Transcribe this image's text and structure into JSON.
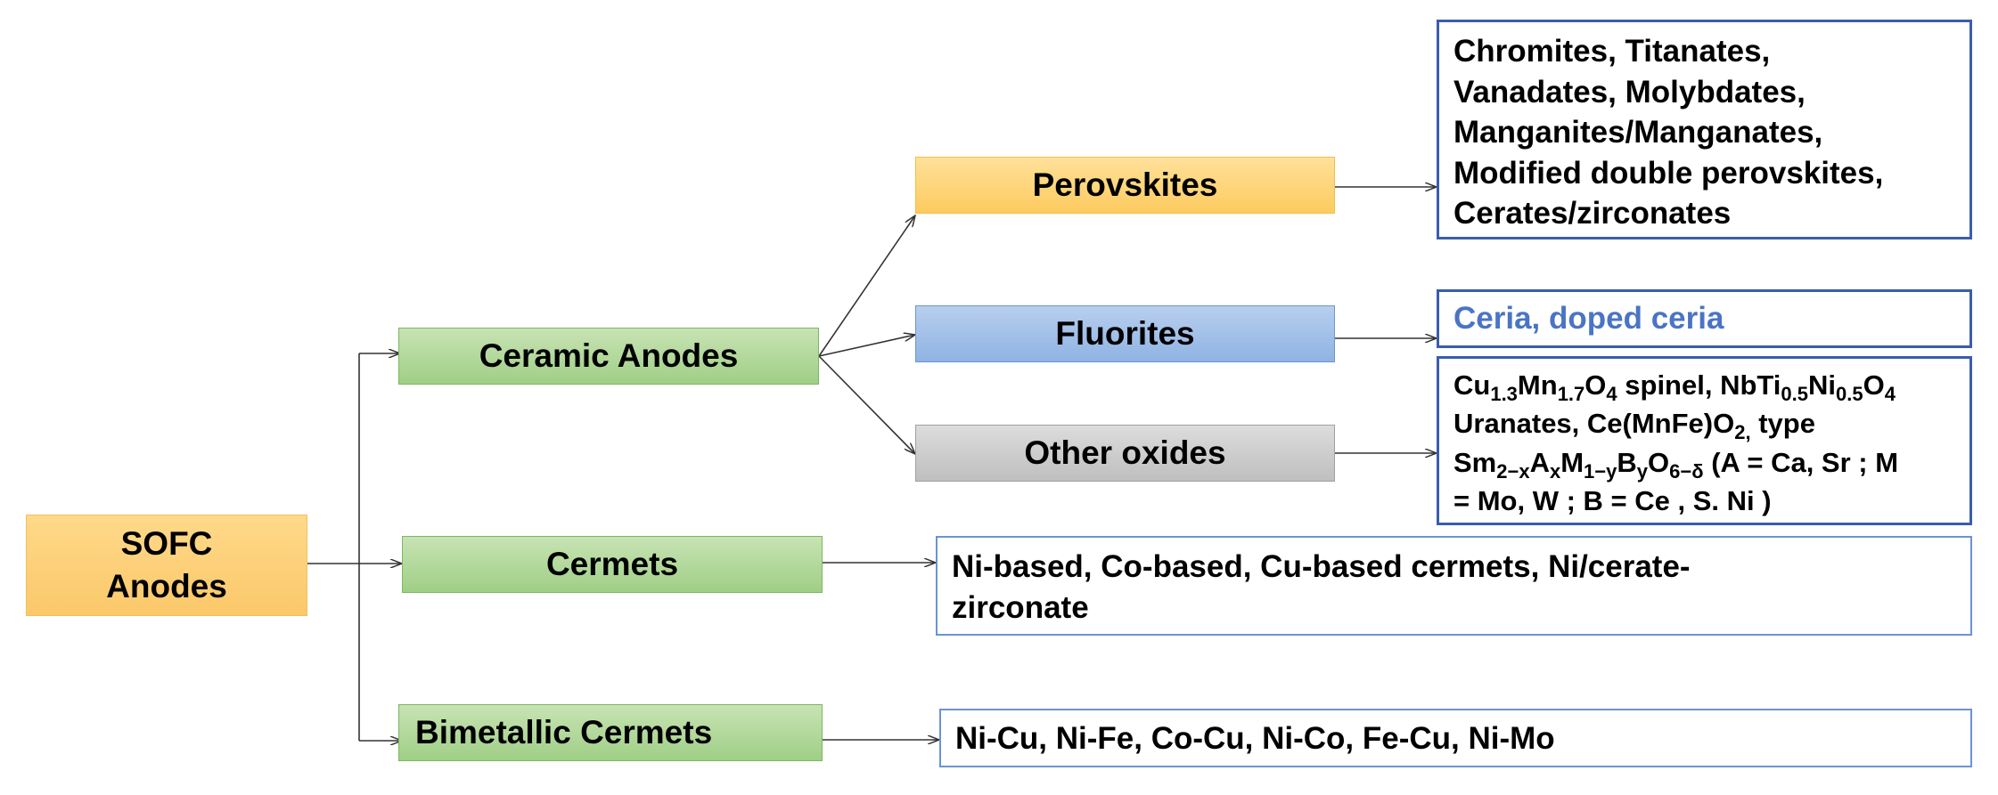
{
  "root": {
    "line1": "SOFC",
    "line2": "Anodes"
  },
  "categories": {
    "ceramic": "Ceramic Anodes",
    "cermets": "Cermets",
    "bimetallic": "Bimetallic Cermets"
  },
  "ceramic_types": {
    "perovskites": "Perovskites",
    "fluorites": "Fluorites",
    "other_oxides": "Other oxides"
  },
  "descriptions": {
    "perovskites": [
      "Chromites, Titanates,",
      "Vanadates, Molybdates,",
      "Manganites/Manganates,",
      "Modified double perovskites,",
      "Cerates/zirconates"
    ],
    "fluorites": "Ceria, doped ceria",
    "other_oxides": {
      "l1_cu": "Cu",
      "l1_cu_sub": "1.3",
      "l1_mn": "Mn",
      "l1_mn_sub": "1.7",
      "l1_o": "O",
      "l1_o_sub": "4",
      "l1_mid": " spinel, NbTi",
      "l1_ti_sub": "0.5",
      "l1_ni": "Ni",
      "l1_ni_sub": "0.5",
      "l1_o2": "O",
      "l1_o2_sub": "4",
      "l2_a": "Uranates, Ce(MnFe)O",
      "l2_sub": "2,",
      "l2_b": " type",
      "l3_sm": "Sm",
      "l3_sm_sub": "2−x",
      "l3_a": "A",
      "l3_a_sub": "x",
      "l3_m": "M",
      "l3_m_sub": "1−y",
      "l3_b": "B",
      "l3_b_sub": "y",
      "l3_o": "O",
      "l3_o_sub": "6−δ",
      "l3_tail": " (A = Ca, Sr ; M",
      "l4": "= Mo, W ; B = Ce , S. Ni )"
    },
    "cermets": [
      "Ni-based,  Co-based, Cu-based cermets, Ni/cerate-",
      "zirconate"
    ],
    "bimetallic": "Ni-Cu, Ni-Fe, Co-Cu, Ni-Co, Fe-Cu, Ni-Mo"
  },
  "colors": {
    "green": "#9fcf86",
    "yellow": "#fdcb5f",
    "blue": "#8fb3e3",
    "gray": "#bfbfbf",
    "box_border_dark": "#3a5dae",
    "box_border_light": "#6b93d6",
    "fluorites_text": "#4a74c4"
  }
}
